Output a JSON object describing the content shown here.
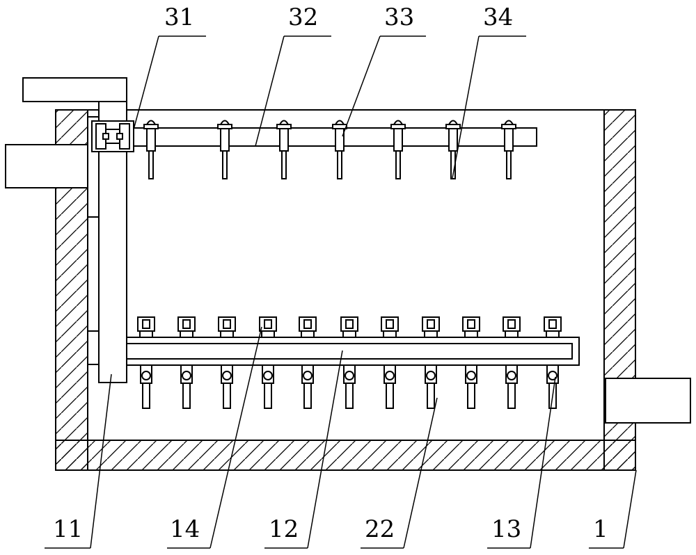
{
  "labels": {
    "top": [
      "31",
      "32",
      "33",
      "34"
    ],
    "bottom": [
      "11",
      "14",
      "12",
      "22",
      "13",
      "1"
    ]
  },
  "colors": {
    "stroke": "#000000",
    "background": "#ffffff"
  }
}
